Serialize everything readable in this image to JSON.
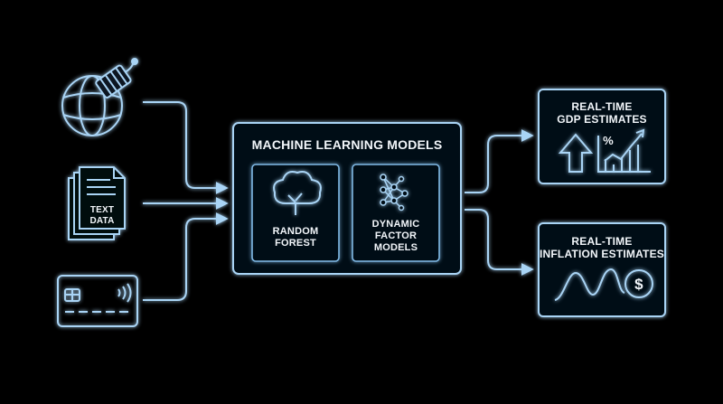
{
  "colors": {
    "background": "#000000",
    "line": "#a9d4f5",
    "glow": "#4aa3ff",
    "text": "#f2f6fa"
  },
  "inputs": {
    "satellite": {
      "icon": "satellite-globe-icon"
    },
    "text_data": {
      "icon": "text-document-stack-icon",
      "label_line1": "TEXT",
      "label_line2": "DATA"
    },
    "payment_card": {
      "icon": "contactless-card-icon"
    }
  },
  "model_box": {
    "title": "MACHINE LEARNING MODELS",
    "random_forest": {
      "icon": "tree-icon",
      "line1": "RANDOM",
      "line2": "FOREST"
    },
    "dynamic_factor": {
      "icon": "neural-network-icon",
      "line1": "DYNAMIC",
      "line2": "FACTOR",
      "line3": "MODELS"
    }
  },
  "outputs": {
    "gdp": {
      "line1": "REAL-TIME",
      "line2": "GDP ESTIMATES",
      "icons": [
        "arrow-up-icon",
        "percent-growth-chart-icon"
      ],
      "percent_symbol": "%"
    },
    "inflation": {
      "line1": "REAL-TIME",
      "line2": "INFLATION ESTIMATES",
      "icons": [
        "wave-line-icon",
        "dollar-coin-icon"
      ],
      "currency_symbol": "$"
    }
  }
}
